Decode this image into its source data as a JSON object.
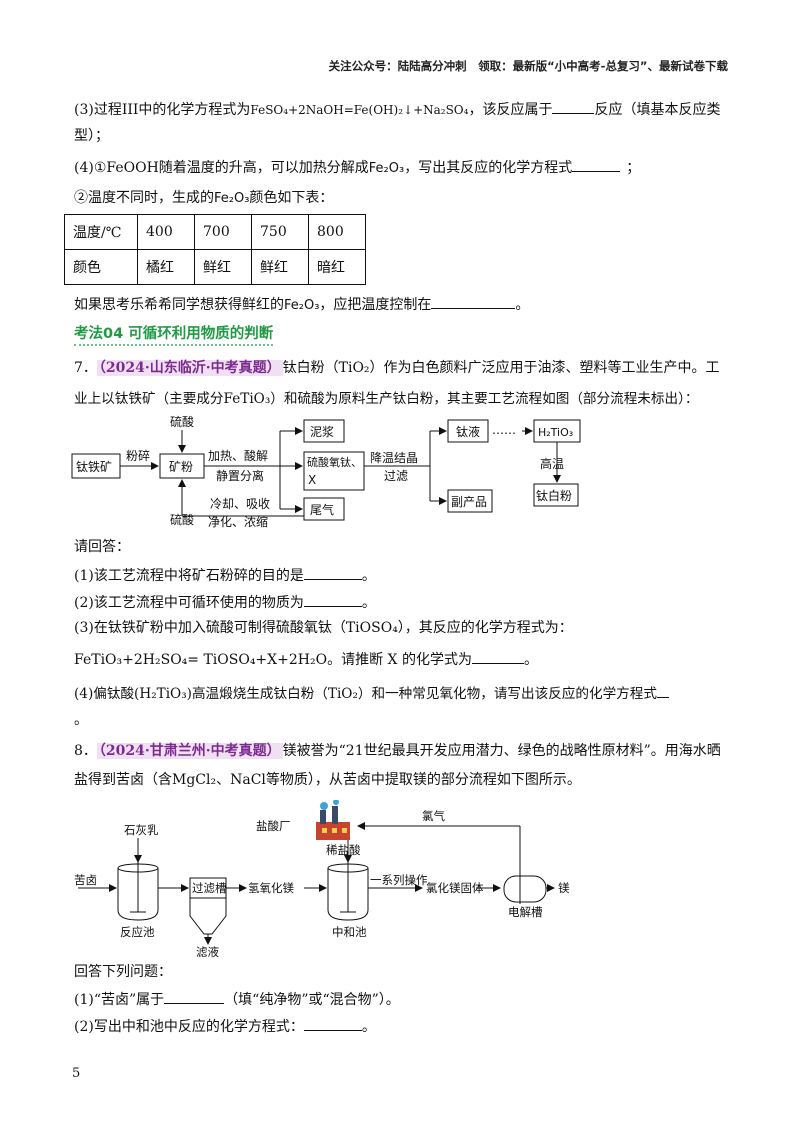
{
  "header": "关注公众号：陆陆高分冲刺　领取：最新版“小中高考-总复习”、最新试卷下载",
  "q3": {
    "prefix": "(3)过程III中的化学方程式为",
    "equation": "FeSO₄+2NaOH=Fe(OH)₂↓+Na₂SO₄",
    "mid": "，该反应属于",
    "suffix": "反应（填基本反应类",
    "line2": "型）；"
  },
  "q4": {
    "p1_prefix": "(4)①FeOOH随着温度的升高，可以加热分解成",
    "fe2o3": "Fe₂O₃",
    "p1_suffix": "，写出其反应的化学方程式",
    "p1_end": "；",
    "p2_prefix": "②温度不同时，生成的",
    "p2_suffix": "颜色如下表：",
    "table": {
      "header": [
        "温度/℃",
        "400",
        "700",
        "750",
        "800"
      ],
      "row": [
        "颜色",
        "橘红",
        "鲜红",
        "鲜红",
        "暗红"
      ]
    },
    "p3_prefix": "如果思考乐希希同学想获得鲜红的",
    "p3_suffix": "，应把温度控制在",
    "p3_end": "。"
  },
  "section_title": "考法04  可循环利用物质的判断",
  "q7": {
    "num": "7．",
    "source": "（2024·山东临沂·中考真题）",
    "intro1": "钛白粉（TiO₂）作为白色颜料广泛应用于油漆、塑料等工业生产中。工",
    "intro2": "业上以钛铁矿（主要成分FeTiO₃）和硫酸为原料生产钛白粉，其主要工艺流程如图（部分流程未标出）：",
    "flow": {
      "ore": "钛铁矿",
      "crush": "粉碎",
      "powder": "矿粉",
      "acid_top": "硫酸",
      "heat": "加热、酸解",
      "settle": "静置分离",
      "mud": "泥浆",
      "mid_box1": "硫酸氧钛、",
      "mid_box2": "X",
      "tail": "尾气",
      "cool1": "冷却、吸收",
      "cool2": "净化、浓缩",
      "acid_bottom": "硫酸",
      "crystal": "降温结晶",
      "filter": "过滤",
      "ti_liquid": "钛液",
      "dots": "……",
      "h2tio3": "H₂TiO₃",
      "hightemp": "高温",
      "tio2": "钛白粉",
      "byproduct": "副产品"
    },
    "answer_intro": "请回答：",
    "s1": "(1)该工艺流程中将矿石粉碎的目的是",
    "s2": "(2)该工艺流程中可循环使用的物质为",
    "s3a": "(3)在钛铁矿粉中加入硫酸可制得硫酸氧钛（TiOSO₄），其反应的化学方程式为：",
    "s3b": "FeTiO₃+2H₂SO₄= TiOSO₄+X+2H₂O",
    "s3c": "。请推断 X 的化学式为",
    "s4": "(4)偏钛酸(H₂TiO₃)高温煅烧生成钛白粉（TiO₂）和一种常见氧化物，请写出该反应的化学方程式",
    "s4_end": "。",
    "period": "。"
  },
  "q8": {
    "num": "8．",
    "source": "（2024·甘肃兰州·中考真题）",
    "intro1": "镁被誉为“21世纪最具开发应用潜力、绿色的战略性原材料”。用海水晒",
    "intro2": "盐得到苦卤（含MgCl₂、NaCl等物质），从苦卤中提取镁的部分流程如下图所示。",
    "flow": {
      "lime": "石灰乳",
      "brine": "苦卤",
      "tank": "反应池",
      "filter_tank": "过滤槽",
      "filtrate": "滤液",
      "mgoh": "氢氧化镁",
      "factory": "盐酸厂",
      "dilute": "稀盐酸",
      "neutral": "中和池",
      "ops": "一系列操作",
      "mgcl_solid": "氯化镁固体",
      "cell": "电解槽",
      "mg": "镁",
      "chlorine": "氯气"
    },
    "answer_intro": "回答下列问题：",
    "s1_prefix": "(1)“苦卤”属于",
    "s1_suffix": "（填“纯净物”或“混合物”）。",
    "s2": "(2)写出中和池中反应的化学方程式：",
    "period": "。"
  },
  "page_number": "5"
}
